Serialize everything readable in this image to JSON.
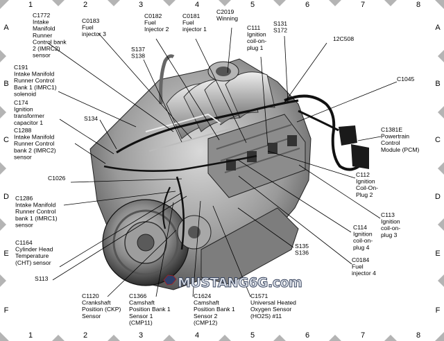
{
  "grid": {
    "columns": [
      "1",
      "2",
      "3",
      "4",
      "5",
      "6",
      "7",
      "8"
    ],
    "rows": [
      "A",
      "B",
      "C",
      "D",
      "E",
      "F"
    ]
  },
  "watermark": "MUSTANG6G.com",
  "labels": [
    {
      "id": "c1772",
      "lines": [
        "C1772",
        "Intake",
        "Manifold",
        "Runner",
        "Control bank",
        "2 (IMRC2)",
        "sensor"
      ]
    },
    {
      "id": "c0183",
      "lines": [
        "C0183",
        "Fuel",
        "injector 3"
      ]
    },
    {
      "id": "c0182",
      "lines": [
        "C0182",
        "Fuel",
        "Injector 2"
      ]
    },
    {
      "id": "c0181",
      "lines": [
        "C0181",
        "Fuel",
        "injector 1"
      ]
    },
    {
      "id": "c2019",
      "lines": [
        "C2019",
        "Winning"
      ]
    },
    {
      "id": "c111",
      "lines": [
        "C111",
        "Ignition",
        "coil-on-",
        "plug 1"
      ]
    },
    {
      "id": "s131",
      "lines": [
        "S131",
        "S172"
      ]
    },
    {
      "id": "c12c508",
      "lines": [
        "12C508"
      ]
    },
    {
      "id": "s137",
      "lines": [
        "S137",
        "S138"
      ]
    },
    {
      "id": "c1045",
      "lines": [
        "C1045"
      ]
    },
    {
      "id": "c191",
      "lines": [
        "C191",
        "Intake Manifold",
        "Runner Control",
        "Bank 1 (IMRC1)",
        "solenoid"
      ]
    },
    {
      "id": "c174",
      "lines": [
        "C174",
        "Ignition",
        "transformer",
        "capacitor 1"
      ]
    },
    {
      "id": "s134",
      "lines": [
        "S134"
      ]
    },
    {
      "id": "c1381e",
      "lines": [
        "C1381E",
        "Powertrain",
        "Control",
        "Module (PCM)"
      ]
    },
    {
      "id": "c1288",
      "lines": [
        "C1288",
        "Intake Manifold",
        "Runner Control",
        "bank 2 (IMRC2)",
        "sensor"
      ]
    },
    {
      "id": "c1026",
      "lines": [
        "C1026"
      ]
    },
    {
      "id": "c112",
      "lines": [
        "C112",
        "Ignition",
        "Coil-On-",
        "Plug 2"
      ]
    },
    {
      "id": "c1286",
      "lines": [
        "C1286",
        "Intake Manifold",
        "Runner Control",
        "bank 1 (IMRC1)",
        "sensor"
      ]
    },
    {
      "id": "c113",
      "lines": [
        "C113",
        "Ignition",
        "coil-on-",
        "plug 3"
      ]
    },
    {
      "id": "c114",
      "lines": [
        "C114",
        "Ignition",
        "coil-on-",
        "plug 4"
      ]
    },
    {
      "id": "c1164",
      "lines": [
        "C1164",
        "Cylinder Head",
        "Temperature",
        "(CHT) sensor"
      ]
    },
    {
      "id": "s135",
      "lines": [
        "S135",
        "S136"
      ]
    },
    {
      "id": "c0184",
      "lines": [
        "C0184",
        "Fuel",
        "injector 4"
      ]
    },
    {
      "id": "s113",
      "lines": [
        "S113"
      ]
    },
    {
      "id": "c1120",
      "lines": [
        "C1120",
        "Crankshaft",
        "Position (CKP)",
        "Sensor"
      ]
    },
    {
      "id": "c1366",
      "lines": [
        "C1366",
        "Camshaft",
        "Position Bank 1",
        "Sensor 1",
        "(CMP11)"
      ]
    },
    {
      "id": "c1624",
      "lines": [
        "C1624",
        "Camshaft",
        "Position Bank 1",
        "Sensor 2",
        "(CMP12)"
      ]
    },
    {
      "id": "c1571",
      "lines": [
        "C1571",
        "Universal Heated",
        "Oxygen Sensor",
        "(HO2S) #11"
      ]
    }
  ]
}
